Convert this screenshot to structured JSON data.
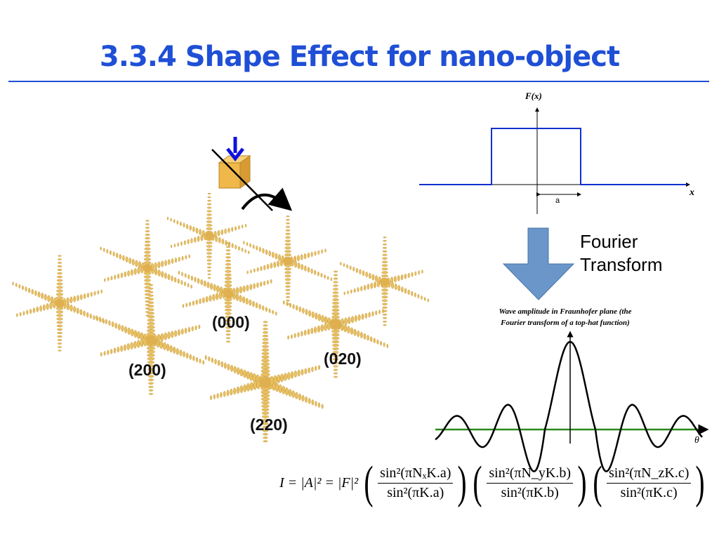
{
  "title": "3.3.4 Shape Effect for nano-object",
  "tophat": {
    "y_label": "F(x)",
    "x_label": "x",
    "width_label": "a"
  },
  "arrow_label": {
    "line1": "Fourier",
    "line2": "Transform"
  },
  "sinc": {
    "caption_line1": "Wave amplitude in Fraunhofer plane (the",
    "caption_line2": "Fourier transform of a top-hat function)",
    "x_label": "θ"
  },
  "lattice": {
    "labels": [
      "(000)",
      "(200)",
      "(020)",
      "(220)"
    ]
  },
  "equation": {
    "lhs": "I = |A|² = |F|²",
    "f1_num": "sin²(πNₓK.a)",
    "f1_den": "sin²(πK.a)",
    "f2_num": "sin²(πN_yK.b)",
    "f2_den": "sin²(πK.b)",
    "f3_num": "sin²(πN_zK.c)",
    "f3_den": "sin²(πK.c)"
  },
  "colors": {
    "title": "#1f4fd6",
    "tophat_line": "#1030d0",
    "arrow": "#6a96c9",
    "sinc_axis": "#2a8a1a",
    "star": "#e8c060"
  }
}
